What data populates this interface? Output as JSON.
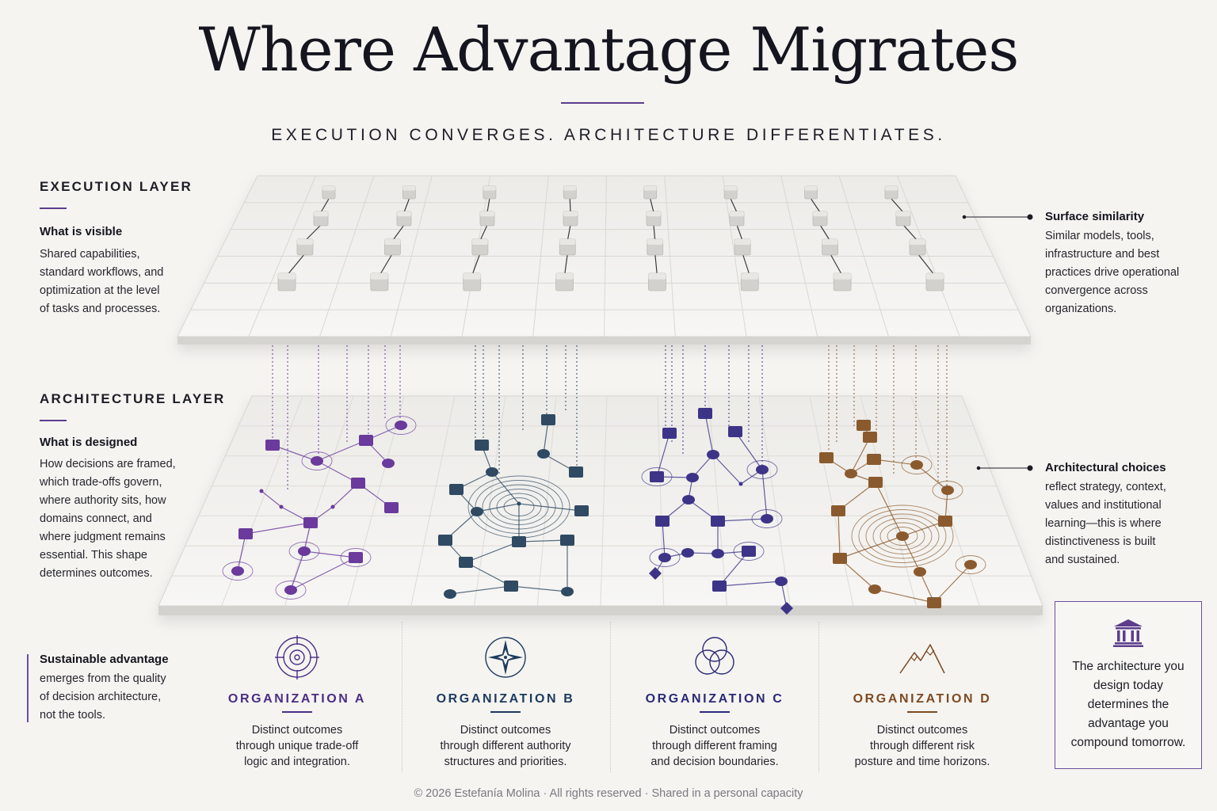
{
  "title": "Where Advantage Migrates",
  "subtitle": "EXECUTION CONVERGES. ARCHITECTURE DIFFERENTIATES.",
  "execution": {
    "heading": "EXECUTION LAYER",
    "subheading": "What is visible",
    "lines": [
      "Shared capabilities,",
      "standard workflows, and",
      "optimization at the level",
      "of tasks and processes."
    ]
  },
  "architecture": {
    "heading": "ARCHITECTURE LAYER",
    "subheading": "What is designed",
    "lines": [
      "How decisions are framed,",
      "which trade-offs govern,",
      "where authority sits, how",
      "domains connect, and",
      "where judgment remains",
      "essential. This shape",
      "determines outcomes."
    ]
  },
  "surface": {
    "heading": "Surface similarity",
    "lines": [
      "Similar models, tools,",
      "infrastructure and best",
      "practices drive operational",
      "convergence across",
      "organizations."
    ]
  },
  "choices": {
    "heading": "Architectural choices",
    "lines": [
      "reflect strategy, context,",
      "values and institutional",
      "learning—this is where",
      "distinctiveness is built",
      "and sustained."
    ]
  },
  "sustainable": {
    "heading": "Sustainable advantage",
    "lines": [
      "emerges from the quality",
      "of decision architecture,",
      "not the tools."
    ]
  },
  "organizations": [
    {
      "name": "ORGANIZATION A",
      "icon": "target-icon",
      "color": "#4b2d84",
      "lines": [
        "Distinct outcomes",
        "through unique trade-off",
        "logic and integration."
      ]
    },
    {
      "name": "ORGANIZATION B",
      "icon": "compass-icon",
      "color": "#1e3a5c",
      "lines": [
        "Distinct outcomes",
        "through different authority",
        "structures and priorities."
      ]
    },
    {
      "name": "ORGANIZATION C",
      "icon": "venn-icon",
      "color": "#2b2a78",
      "lines": [
        "Distinct outcomes",
        "through different framing",
        "and decision boundaries."
      ]
    },
    {
      "name": "ORGANIZATION D",
      "icon": "mountain-icon",
      "color": "#7d4a22",
      "lines": [
        "Distinct outcomes",
        "through different risk",
        "posture and time horizons."
      ]
    }
  ],
  "quote": {
    "icon": "institution-icon",
    "text": "The architecture you design today determines the advantage you compound tomorrow."
  },
  "footer": "© 2026 Estefanía Molina · All rights reserved · Shared in a personal capacity",
  "colors": {
    "accent": "#5b3d8c",
    "org_a": "#6a3a9c",
    "org_b": "#2f4a62",
    "org_c": "#3d3488",
    "org_d": "#8a5a2e"
  }
}
